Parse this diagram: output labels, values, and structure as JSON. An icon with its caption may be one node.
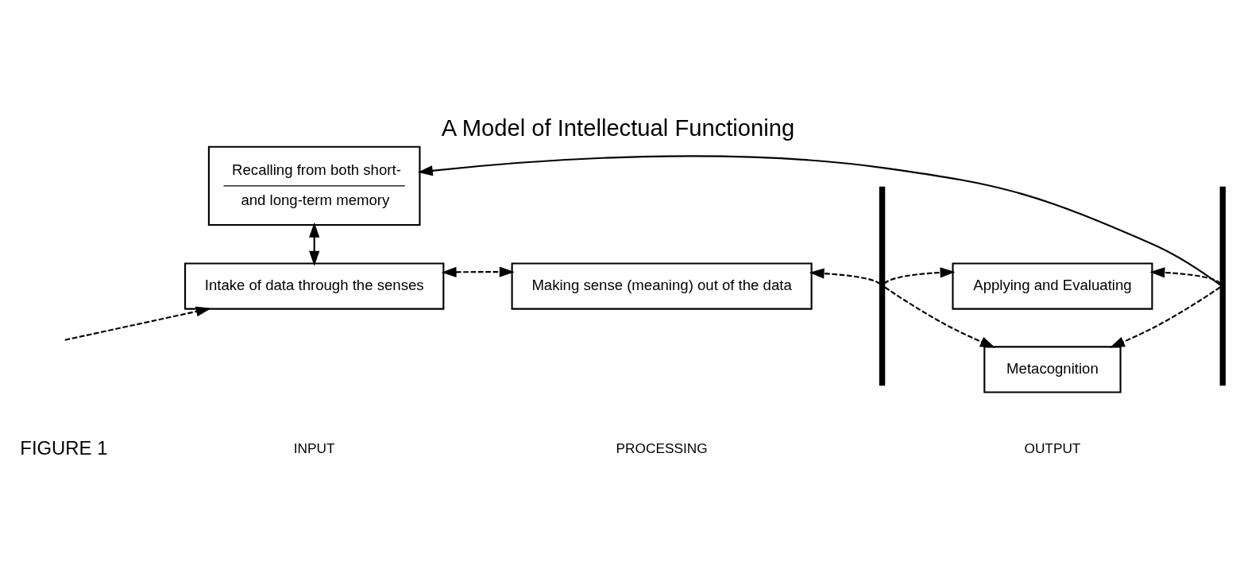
{
  "diagram": {
    "title": "A Model of Intellectual Functioning",
    "nodes": [
      {
        "text": [
          "Intake of data through the senses"
        ]
      },
      {
        "text": [
          "Recalling from both short-",
          "and long-term memory"
        ]
      },
      {
        "text": [
          "Making sense (meaning) out of the data"
        ]
      },
      {
        "text": [
          "Applying and Evaluating"
        ]
      },
      {
        "text": [
          "Metacognition"
        ]
      },
      {
        "text": [],
        "shape": "bar"
      },
      {
        "text": [],
        "shape": "bar"
      }
    ],
    "edges": [
      {
        "from": null,
        "to": 0,
        "arrow": "to",
        "style": "dashed"
      },
      {
        "from": 0,
        "to": 1,
        "arrow": "both"
      },
      {
        "from": 0,
        "to": 2,
        "arrow": "both",
        "style": "dashed"
      },
      {
        "from": 5,
        "to": 2,
        "arrow": "to",
        "style": "dashed"
      },
      {
        "from": 5,
        "to": 3,
        "arrow": "to",
        "style": "dashed"
      },
      {
        "from": 5,
        "to": 4,
        "arrow": "to",
        "style": "dashed"
      },
      {
        "from": 6,
        "to": 3,
        "arrow": "to",
        "style": "dashed"
      },
      {
        "from": 6,
        "to": 4,
        "arrow": "to",
        "style": "dashed"
      },
      {
        "from": 6,
        "to": 1,
        "arrow": "to"
      }
    ],
    "labels": [
      "FIGURE 1",
      "INPUT",
      "PROCESSING",
      "OUTPUT"
    ]
  }
}
